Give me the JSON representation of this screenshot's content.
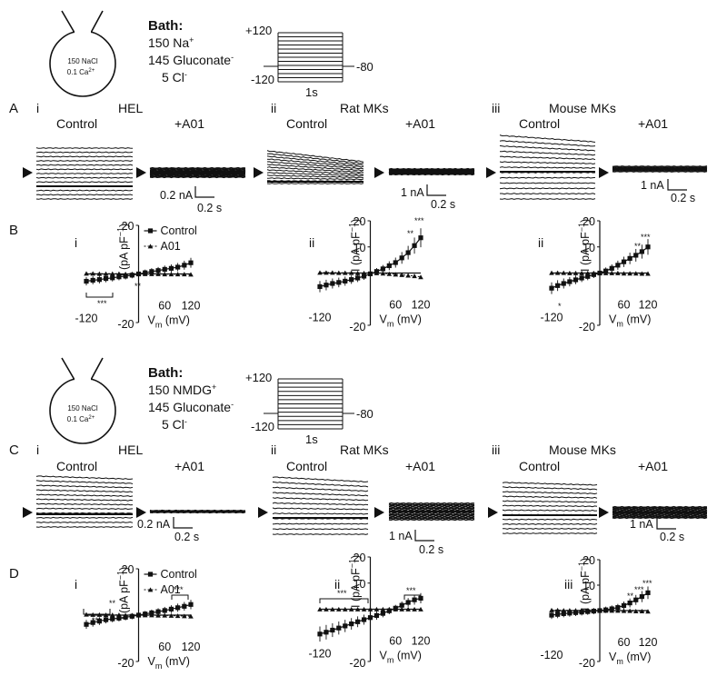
{
  "labels": {
    "panels": {
      "A": "A",
      "B": "B",
      "C": "C",
      "D": "D"
    },
    "sub": {
      "i": "i",
      "ii": "ii",
      "iii": "iii"
    },
    "control": "Control",
    "a01": "+A01",
    "legend_control": "Control",
    "legend_a01": "A01",
    "ylabel": "I (pA pF",
    "ysup": "−1",
    "yclose": ")",
    "xlabel": "V",
    "xsub": "m",
    "xunit": " (mV)",
    "sig1": "*",
    "sig2": "**",
    "sig3": "***"
  },
  "cells": {
    "HEL": "HEL",
    "Rat": "Rat MKs",
    "Mouse": "Mouse MKs"
  },
  "pipette": {
    "line1": "150 NaCl",
    "line2": "0.1 Ca",
    "sup": "2+"
  },
  "bath_top": {
    "title": "Bath:",
    "l1_num": "150 Na",
    "l1_sup": "+",
    "l2_num": "145 Gluconate",
    "l2_sup": "-",
    "l3_num": "5 Cl",
    "l3_sup": "-"
  },
  "bath_bottom": {
    "title": "Bath:",
    "l1_num": "150 NMDG",
    "l1_sup": "+",
    "l2_num": "145 Gluconate",
    "l2_sup": "-",
    "l3_num": "5 Cl",
    "l3_sup": "-"
  },
  "protocol": {
    "vmax": "+120",
    "vmin": "-120",
    "vhold": "-80",
    "dur": "1s"
  },
  "scales": {
    "A_HEL": {
      "i": "0.2 nA",
      "t": "0.2 s"
    },
    "A_Rat": {
      "i": "1 nA",
      "t": "0.2 s"
    },
    "A_Mouse": {
      "i": "1 nA",
      "t": "0.2 s"
    },
    "C_HEL": {
      "i": "0.2 nA",
      "t": "0.2 s"
    },
    "C_Rat": {
      "i": "1 nA",
      "t": "0.2 s"
    },
    "C_Mouse": {
      "i": "1 nA",
      "t": "0.2 s"
    }
  },
  "chart_data": [
    {
      "type": "line",
      "panel": "B",
      "sub": "i",
      "cell": "HEL",
      "x": [
        -120,
        -105,
        -90,
        -75,
        -60,
        -45,
        -30,
        -15,
        0,
        15,
        30,
        45,
        60,
        75,
        90,
        105,
        120
      ],
      "series": [
        {
          "name": "Control",
          "values": [
            -3.0,
            -2.6,
            -2.3,
            -1.9,
            -1.6,
            -1.2,
            -0.9,
            -0.5,
            0,
            0.5,
            1.0,
            1.4,
            1.9,
            2.3,
            2.8,
            3.6,
            4.6
          ]
        },
        {
          "name": "A01",
          "values": [
            0.2,
            0.2,
            0.1,
            0.1,
            0.1,
            0.1,
            0,
            0,
            0,
            0,
            0,
            0,
            -0.1,
            -0.1,
            -0.1,
            -0.1,
            -0.2
          ]
        }
      ],
      "yticks": [
        -20,
        20
      ],
      "xticks": [
        -120,
        60,
        120
      ],
      "ylim": [
        -20,
        20
      ],
      "xlim": [
        -120,
        120
      ]
    },
    {
      "type": "line",
      "panel": "B",
      "sub": "ii",
      "cell": "Rat MKs",
      "x": [
        -120,
        -105,
        -90,
        -75,
        -60,
        -45,
        -30,
        -15,
        0,
        15,
        30,
        45,
        60,
        75,
        90,
        105,
        120
      ],
      "series": [
        {
          "name": "Control",
          "values": [
            -5.2,
            -4.6,
            -4.0,
            -3.6,
            -3.1,
            -2.5,
            -1.9,
            -1.2,
            -0.3,
            0.6,
            1.6,
            2.8,
            4.0,
            5.8,
            7.8,
            10.5,
            13.5
          ]
        },
        {
          "name": "A01",
          "values": [
            0.2,
            0.2,
            0.2,
            0.1,
            0.1,
            0.1,
            0,
            0,
            0,
            0,
            -0.1,
            -0.3,
            -0.5,
            -0.7,
            -0.9,
            -1.1,
            -1.5
          ]
        }
      ],
      "yticks": [
        -20,
        10,
        20
      ],
      "xticks": [
        -120,
        60,
        120
      ],
      "ylim": [
        -20,
        20
      ],
      "xlim": [
        -120,
        120
      ]
    },
    {
      "type": "line",
      "panel": "B",
      "sub": "iii",
      "cell": "Mouse MKs",
      "x": [
        -120,
        -105,
        -90,
        -75,
        -60,
        -45,
        -30,
        -15,
        0,
        15,
        30,
        45,
        60,
        75,
        90,
        105,
        120
      ],
      "series": [
        {
          "name": "Control",
          "values": [
            -5.8,
            -4.8,
            -4.0,
            -3.3,
            -2.6,
            -1.9,
            -1.3,
            -0.6,
            0,
            0.8,
            1.8,
            3.0,
            4.3,
            5.6,
            6.8,
            8.2,
            10.0
          ]
        },
        {
          "name": "A01",
          "values": [
            0.1,
            0.1,
            0.1,
            0,
            0,
            0,
            0,
            0,
            0,
            0,
            0,
            0,
            -0.1,
            -0.1,
            -0.1,
            -0.2,
            -0.2
          ]
        }
      ],
      "yticks": [
        -20,
        10,
        20
      ],
      "xticks": [
        -120,
        60,
        120
      ],
      "ylim": [
        -20,
        20
      ],
      "xlim": [
        -120,
        120
      ]
    },
    {
      "type": "line",
      "panel": "D",
      "sub": "i",
      "cell": "HEL",
      "x": [
        -120,
        -105,
        -90,
        -75,
        -60,
        -45,
        -30,
        -15,
        0,
        15,
        30,
        45,
        60,
        75,
        90,
        105,
        120
      ],
      "series": [
        {
          "name": "Control",
          "values": [
            -4.0,
            -3.2,
            -2.6,
            -2.0,
            -1.6,
            -1.3,
            -0.9,
            -0.5,
            0,
            0.5,
            1.0,
            1.5,
            2.0,
            2.6,
            3.2,
            3.8,
            4.6
          ]
        },
        {
          "name": "A01",
          "values": [
            0.3,
            0.2,
            0.2,
            0.1,
            0.1,
            0.1,
            0,
            0,
            0,
            0,
            0,
            -0.1,
            -0.1,
            -0.2,
            -0.3,
            -0.4,
            -0.5
          ]
        }
      ],
      "yticks": [
        -20,
        20
      ],
      "xticks": [
        60,
        120
      ],
      "ylim": [
        -20,
        20
      ],
      "xlim": [
        -120,
        120
      ]
    },
    {
      "type": "line",
      "panel": "D",
      "sub": "ii",
      "cell": "Rat MKs",
      "x": [
        -120,
        -105,
        -90,
        -75,
        -60,
        -45,
        -30,
        -15,
        0,
        15,
        30,
        45,
        60,
        75,
        90,
        105,
        120
      ],
      "series": [
        {
          "name": "Control",
          "values": [
            -9.5,
            -8.8,
            -8.0,
            -7.2,
            -6.4,
            -5.6,
            -4.8,
            -4.0,
            -3.2,
            -2.4,
            -1.6,
            -0.6,
            0.4,
            1.5,
            2.6,
            3.6,
            4.2
          ]
        },
        {
          "name": "A01",
          "values": [
            0,
            0,
            0,
            0,
            0,
            0,
            0,
            0,
            0,
            0,
            0,
            0,
            0,
            0,
            0,
            0,
            0
          ]
        }
      ],
      "yticks": [
        -20,
        10,
        20
      ],
      "xticks": [
        -120,
        60,
        120
      ],
      "ylim": [
        -20,
        20
      ],
      "xlim": [
        -120,
        120
      ]
    },
    {
      "type": "line",
      "panel": "D",
      "sub": "iii",
      "cell": "Mouse MKs",
      "x": [
        -120,
        -105,
        -90,
        -75,
        -60,
        -45,
        -30,
        -15,
        0,
        15,
        30,
        45,
        60,
        75,
        90,
        105,
        120
      ],
      "series": [
        {
          "name": "Control",
          "values": [
            -1.8,
            -1.5,
            -1.2,
            -1.0,
            -0.8,
            -0.6,
            -0.4,
            -0.2,
            0,
            0.3,
            0.7,
            1.2,
            2.0,
            3.0,
            4.2,
            5.5,
            7.0
          ]
        },
        {
          "name": "A01",
          "values": [
            0.2,
            0.2,
            0.1,
            0.1,
            0.1,
            0,
            0,
            0,
            0,
            0,
            0,
            0,
            -0.1,
            -0.1,
            -0.2,
            -0.2,
            -0.3
          ]
        }
      ],
      "yticks": [
        -20,
        10,
        20
      ],
      "xticks": [
        -120,
        60,
        120
      ],
      "ylim": [
        -20,
        20
      ],
      "xlim": [
        -120,
        120
      ]
    }
  ]
}
